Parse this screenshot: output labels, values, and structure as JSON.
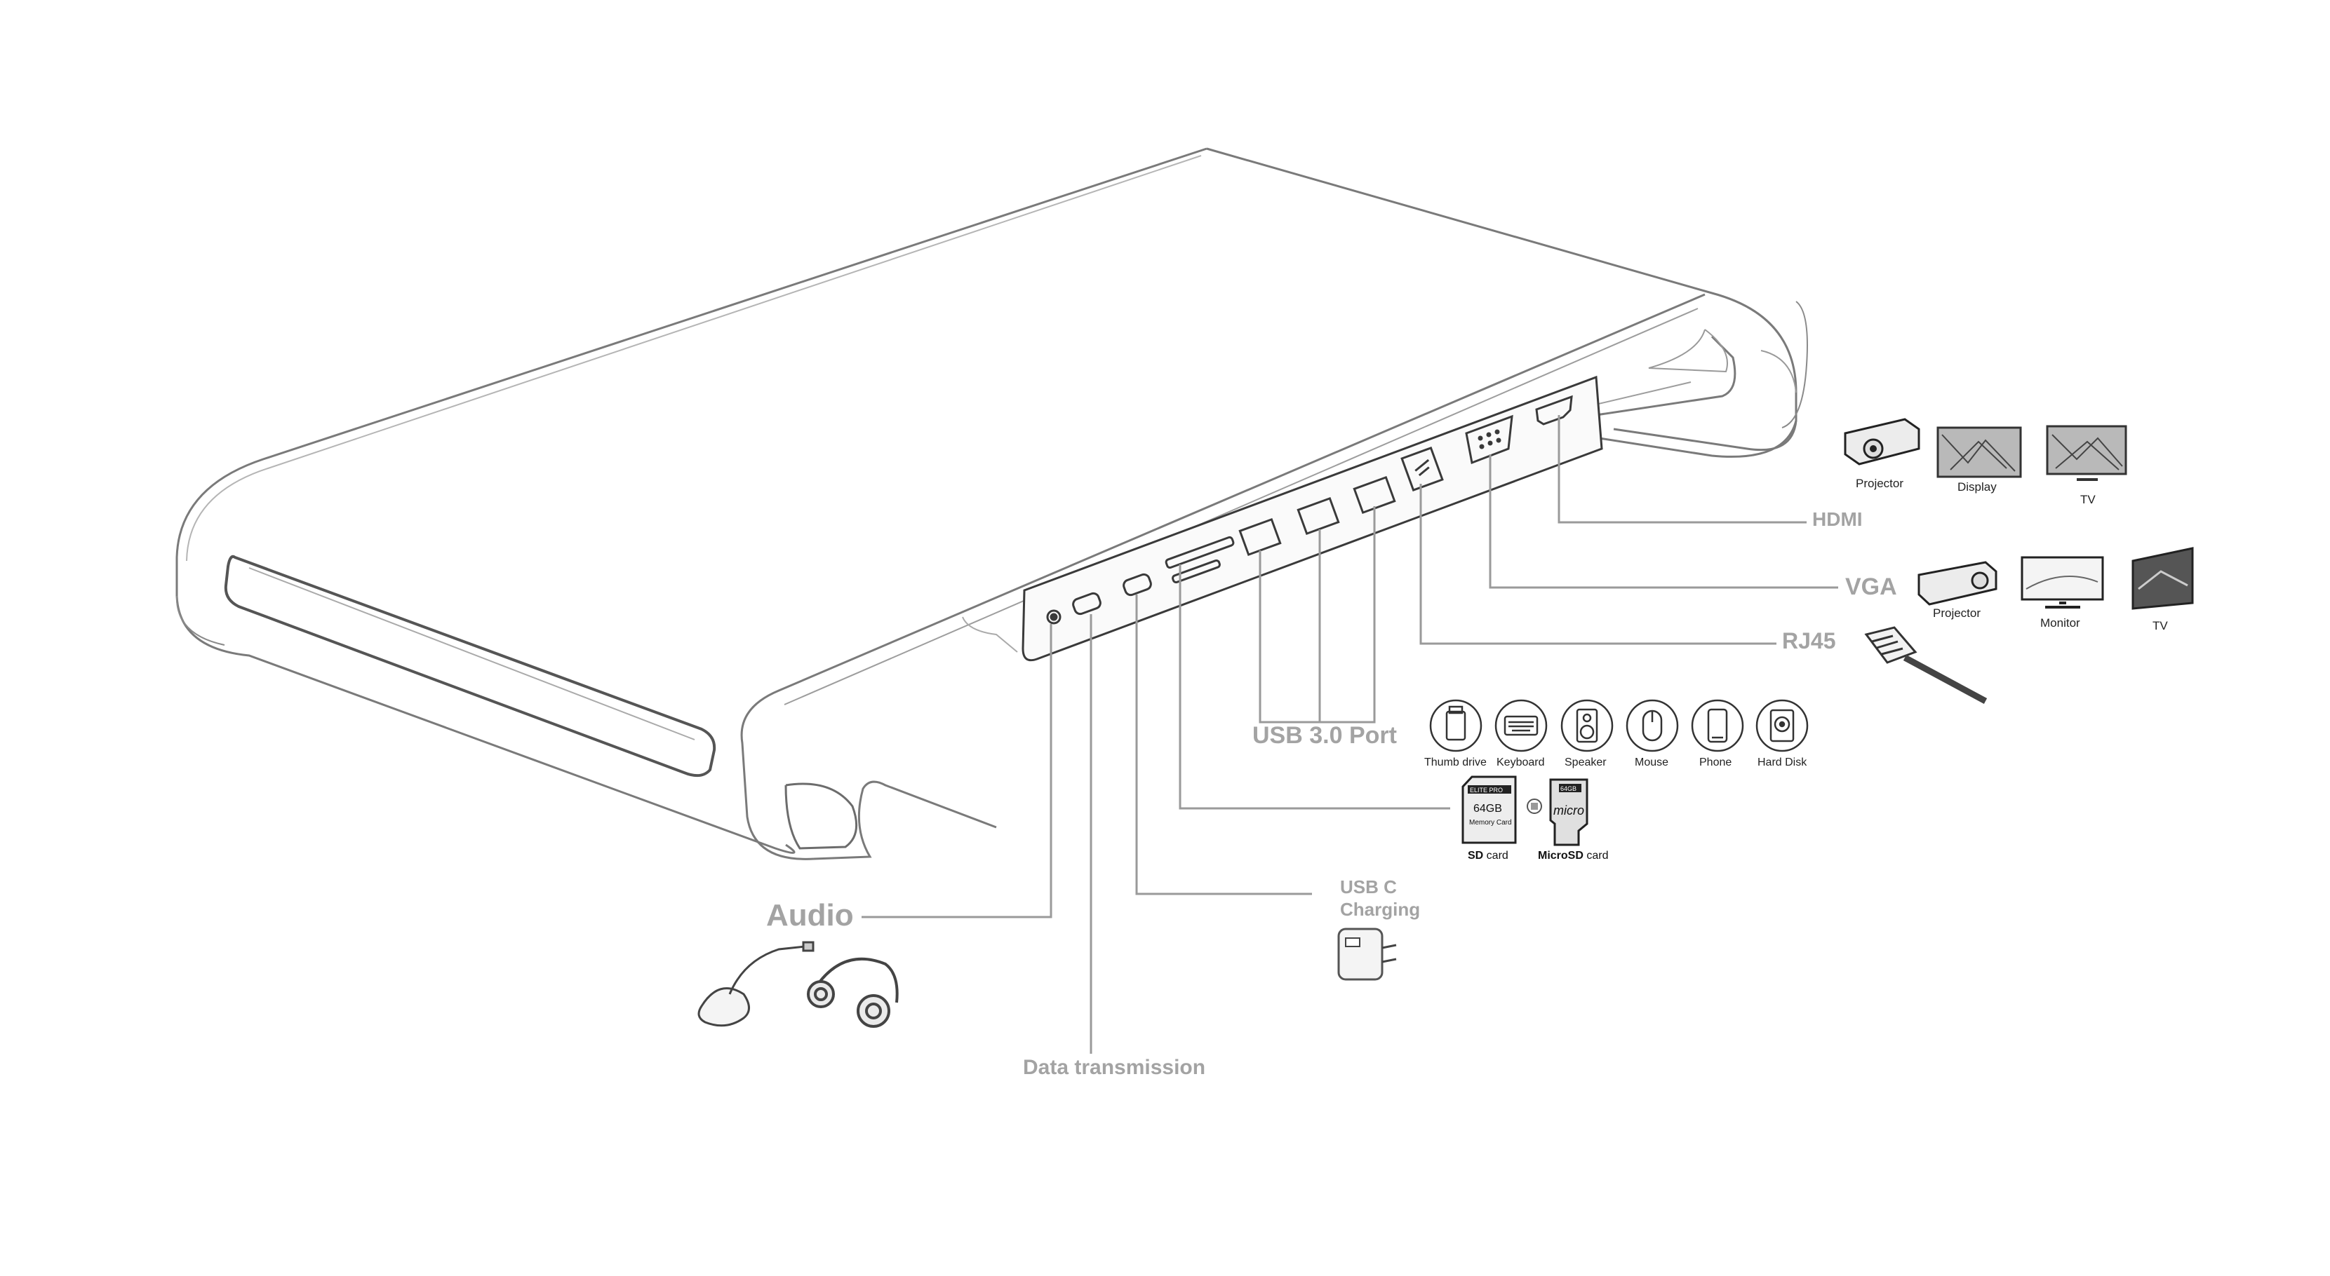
{
  "labels": {
    "hdmi": "HDMI",
    "vga": "VGA",
    "rj45": "RJ45",
    "usb3": "USB 3.0 Port",
    "audio": "Audio",
    "usbc_line1": "USB C",
    "usbc_line2": "Charging",
    "data": "Data transmission"
  },
  "hdmi_devices": [
    "Projector",
    "Display",
    "TV"
  ],
  "vga_devices": [
    "Projector",
    "Monitor",
    "TV"
  ],
  "usb_devices": [
    "Thumb drive",
    "Keyboard",
    "Speaker",
    "Mouse",
    "Phone",
    "Hard Disk"
  ],
  "cards": {
    "sd_bold": "SD",
    "sd_rest": " card",
    "micro_bold": "MicroSD",
    "micro_rest": " card",
    "capacity": "64GB",
    "sd_brand": "ELITE PRO",
    "sd_sub": "Memory Card",
    "micro_word": "micro"
  },
  "colors": {
    "line": "#9a9a9a",
    "label": "#a3a3a3",
    "sketch": "#6f6f6f",
    "dark": "#222222"
  }
}
